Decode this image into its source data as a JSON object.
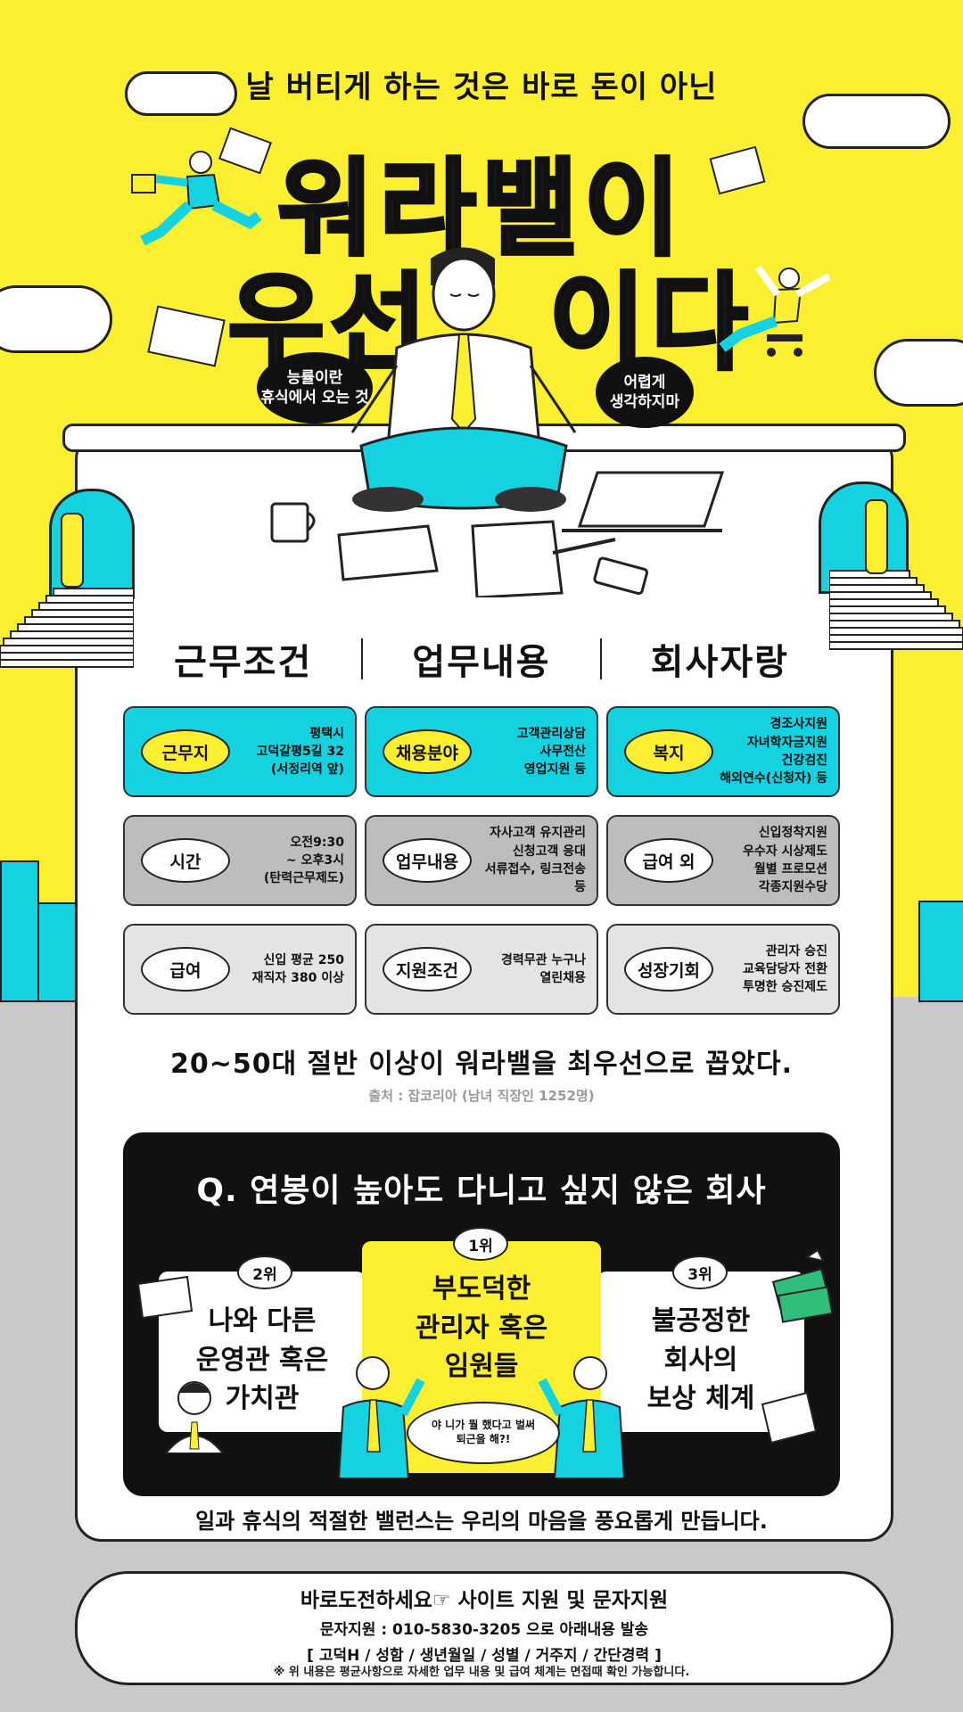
{
  "header": {
    "tagline": "날 버티게 하는 것은 바로 돈이 아닌",
    "headline_line1": "워라밸이",
    "headline_line2_left": "우선",
    "headline_line2_right": "이다"
  },
  "bubbles": {
    "left": "능률이란\n휴식에서 오는 것",
    "right": "어렵게\n생각하지마"
  },
  "columns": [
    "근무조건",
    "업무내용",
    "회사자랑"
  ],
  "cards": [
    {
      "tag": "근무지",
      "text": "평택시\n고덕갈평5길 32\n(서정리역 앞)"
    },
    {
      "tag": "채용분야",
      "text": "고객관리상담\n사무전산\n영업지원 등"
    },
    {
      "tag": "복지",
      "text": "경조사지원\n자녀학자금지원\n건강검진\n해외연수(신청자) 등"
    },
    {
      "tag": "시간",
      "text": "오전9:30\n~ 오후3시\n(탄력근무제도)"
    },
    {
      "tag": "업무내용",
      "text": "자사고객 유지관리\n신청고객 응대\n서류접수, 링크전송\n등"
    },
    {
      "tag": "급여 외",
      "text": "신입정착지원\n우수자 시상제도\n월별 프로모션\n각종지원수당"
    },
    {
      "tag": "급여",
      "text": "신입 평균 250\n재직자 380 이상"
    },
    {
      "tag": "지원조건",
      "text": "경력무관 누구나\n열린채용"
    },
    {
      "tag": "성장기회",
      "text": "관리자 승진\n교육담당자 전환\n투명한 승진제도"
    }
  ],
  "colors": {
    "yellow": "#fcef32",
    "cyan": "#14d2e0",
    "gray": "#bdbdbd",
    "light": "#e4e4e4"
  },
  "stat": "20~50대 절반 이상이 워라밸을 최우선으로 꼽았다.",
  "source": "출처 : 잡코리아 (남녀 직장인 1252명)",
  "survey": {
    "question": "Q. 연봉이 높아도 다니고 싶지 않은 회사",
    "rank1_label": "1위",
    "rank1_text": "부도덕한\n관리자 혹은\n임원들",
    "rank2_label": "2위",
    "rank2_text": "나와 다른\n운영관 혹은\n가치관",
    "rank3_label": "3위",
    "rank3_text": "불공정한\n회사의\n보상 체계",
    "speech": "야 니가 뭘 했다고 벌써\n퇴근을 해?!"
  },
  "bottom_message": "일과 휴식의 적절한 밸런스는 우리의 마음을 풍요롭게 만듭니다.",
  "contact": {
    "title": "바로도전하세요☞ 사이트 지원 및 문자지원",
    "line1": "문자지원 : 010-5830-3205 으로 아래내용 발송",
    "line2": "[ 고덕H / 성함 / 생년월일 / 성별 / 거주지 / 간단경력 ]"
  },
  "footnote": "※ 위 내용은 평균사항으로 자세한 업무 내용 및 급여 체계는 면접때 확인 가능합니다."
}
